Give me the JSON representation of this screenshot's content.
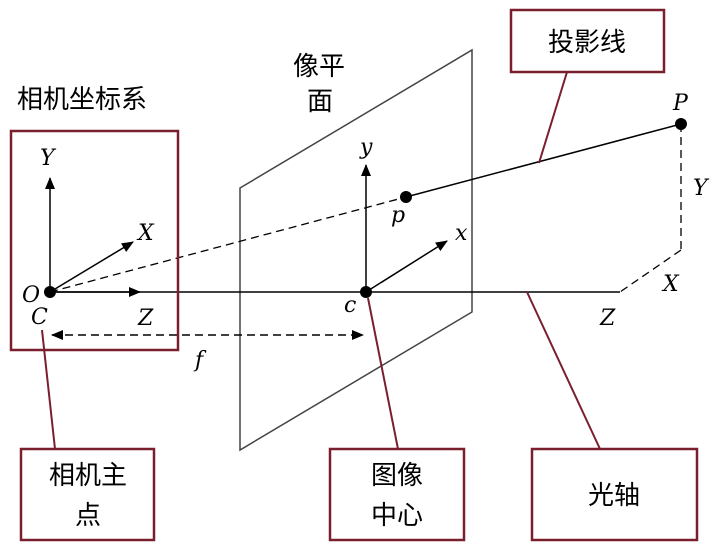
{
  "colors": {
    "box_border": "#7a1f2d",
    "line": "#000000",
    "plane": "#444444"
  },
  "labels": {
    "camera_coord_system": "相机坐标系",
    "image_plane_line1": "像平",
    "image_plane_line2": "面",
    "projection_line": "投影线",
    "principal_point_line1": "相机主",
    "principal_point_line2": "点",
    "image_center_line1": "图像",
    "image_center_line2": "中心",
    "optical_axis": "光轴"
  },
  "symbols": {
    "world_point": "P",
    "image_point": "p",
    "origin": "O",
    "camera_center": "C",
    "image_center": "c",
    "focal_length": "f",
    "cam_y": "Y",
    "cam_x": "X",
    "cam_z": "Z",
    "img_y": "y",
    "img_x": "x",
    "far_z": "Z",
    "far_x": "X",
    "far_y": "Y"
  }
}
